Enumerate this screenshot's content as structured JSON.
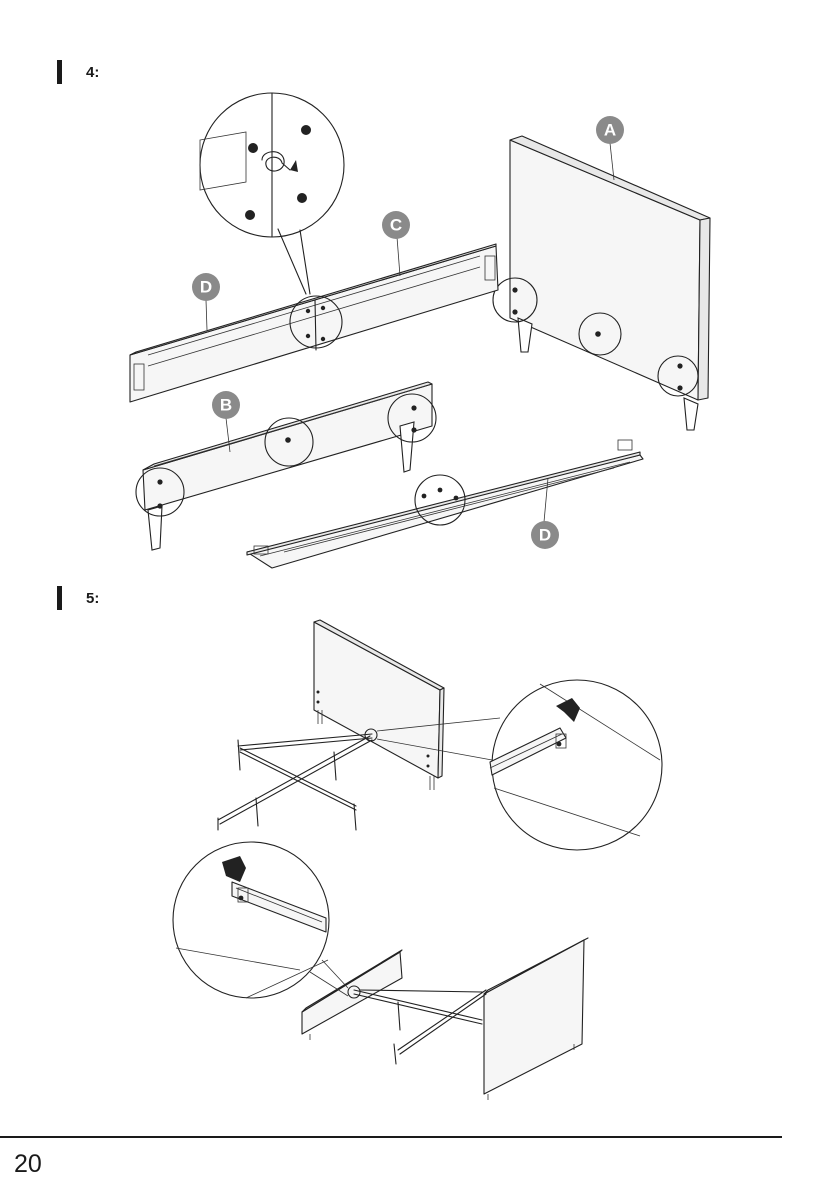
{
  "steps": [
    {
      "label": "4:"
    },
    {
      "label": "5:"
    }
  ],
  "parts": {
    "a": "A",
    "b": "B",
    "c": "C",
    "d_upper": "D",
    "d_lower": "D"
  },
  "icons": {
    "callout": "magnifier-callout-icon",
    "bolt": "bolt-icon",
    "rotation": "rotation-arrow-icon",
    "bracket": "bracket-icon"
  },
  "colors": {
    "ink": "#1a1a1a",
    "badge": "#8a8a8a",
    "panel": "#f6f6f6"
  },
  "footer": {
    "page_number": "20"
  }
}
